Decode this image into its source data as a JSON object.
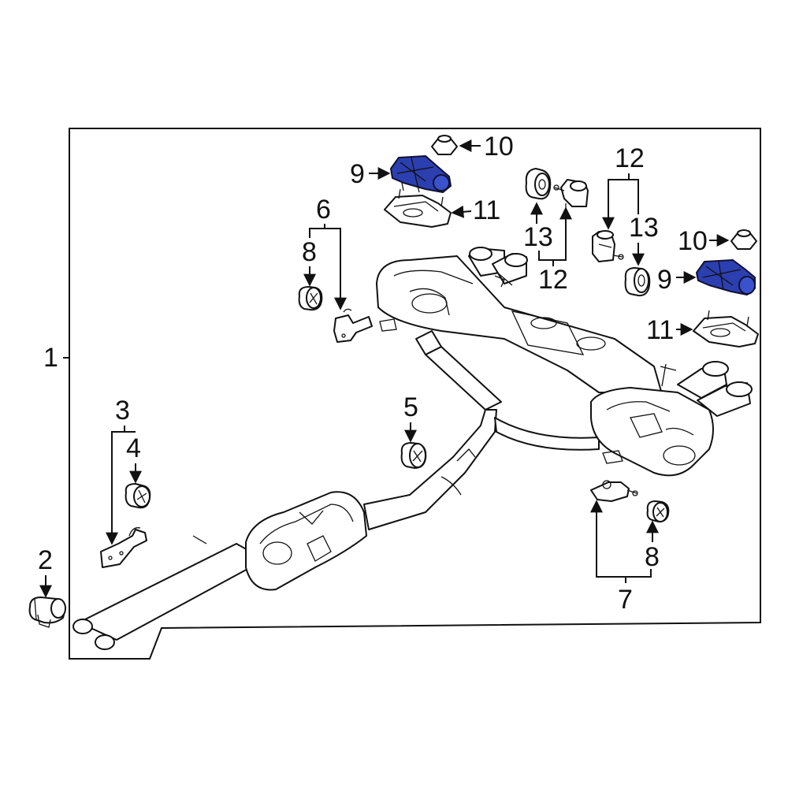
{
  "callouts": {
    "c1": "1",
    "c2": "2",
    "c3": "3",
    "c4": "4",
    "c5": "5",
    "c6": "6",
    "c7": "7",
    "c8_top": "8",
    "c8_bottom": "8",
    "c9_left": "9",
    "c9_right": "9",
    "c10_left": "10",
    "c10_right": "10",
    "c11_left": "11",
    "c11_right": "11",
    "c12_left": "12",
    "c12_right": "12",
    "c13_left": "13",
    "c13_right": "13"
  },
  "colors": {
    "line": "#111111",
    "highlight_part": "#2b3fb0",
    "background": "#ffffff"
  }
}
